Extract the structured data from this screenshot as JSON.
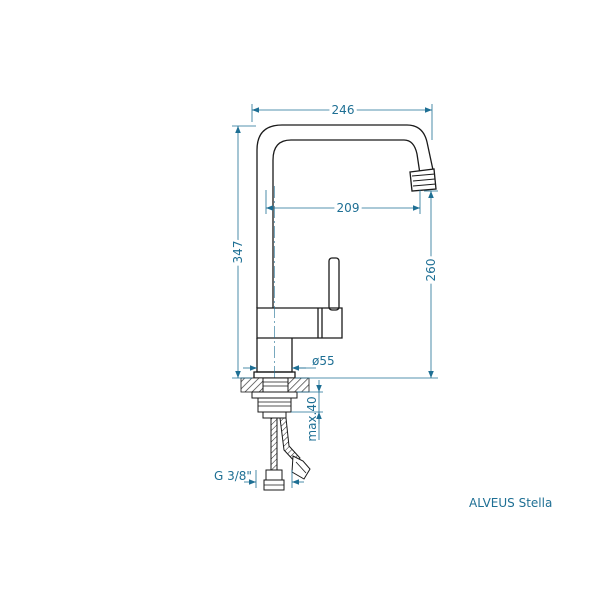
{
  "dimensions": {
    "overall_width": "246",
    "spout_reach": "209",
    "overall_height": "347",
    "spout_height": "260",
    "base_diameter": "ø55",
    "max_thickness": "max.40",
    "connection": "G 3/8\""
  },
  "caption": "ALVEUS Stella",
  "colors": {
    "dimension": "#1e6f94",
    "outline": "#1a1a1a",
    "background": "#ffffff"
  }
}
